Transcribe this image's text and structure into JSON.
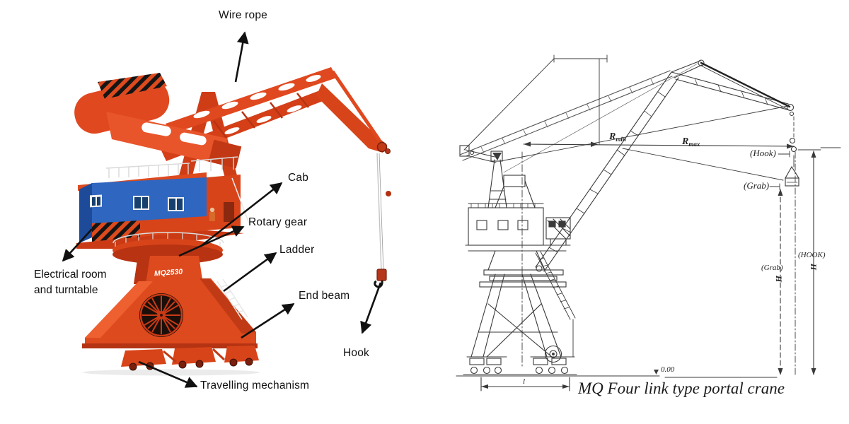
{
  "colors": {
    "crane_orange": "#dd4a1e",
    "crane_orange_dark": "#b33312",
    "crane_blue": "#2f66c0",
    "crane_blue_dark": "#1d4b9a",
    "hazard_black": "#151515",
    "arrow_ink": "#111111",
    "drawing_ink": "#3a3a3a"
  },
  "left_figure": {
    "model_text": "MQ2530",
    "labels": {
      "wire_rope": "Wire rope",
      "cab": "Cab",
      "rotary_gear": "Rotary gear",
      "ladder": "Ladder",
      "end_beam": "End beam",
      "hook": "Hook",
      "electrical_room_line1": "Electrical room",
      "electrical_room_line2": "and turntable",
      "travelling_mechanism": "Travelling mechanism"
    }
  },
  "right_figure": {
    "caption": "MQ Four link type portal crane",
    "labels": {
      "r_min_symbol": "R",
      "r_min_sub": "min",
      "r_max_symbol": "R",
      "r_max_sub": "max",
      "hook_pointer": "(Hook)",
      "grab_pointer": "(Grab)",
      "hook_height_label": "(HOOK)",
      "hook_height_symbol": "H",
      "grab_height_label": "(Grab)",
      "grab_height_symbol": "H",
      "elevation": "0.00",
      "track_gauge": "l"
    }
  }
}
